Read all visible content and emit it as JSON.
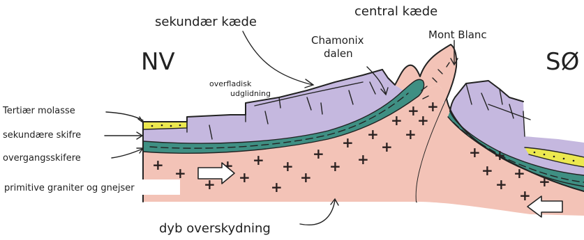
{
  "labels": {
    "central_chain": "central kæde",
    "secondary_chain": "sekundær kæde",
    "chamonix_line1": "Chamonix",
    "chamonix_line2": "dalen",
    "mont_blanc": "Mont Blanc",
    "nw": "NV",
    "se": "SØ",
    "surface_sliding_line1": "overfladisk",
    "surface_sliding_line2": "udglidning",
    "tertiary_molasse": "Tertiær molasse",
    "secondary_schists": "sekundære skifre",
    "transition_schists": "overgangsskifere",
    "primitive_granites": "primitive graniter og gnejser",
    "deep_thrust": "dyb overskydning"
  },
  "colors": {
    "granite": "#f3c3b7",
    "transition_schist": "#3f8f83",
    "secondary_schist": "#c5b8df",
    "molasse": "#ece84f",
    "outline": "#222222"
  }
}
